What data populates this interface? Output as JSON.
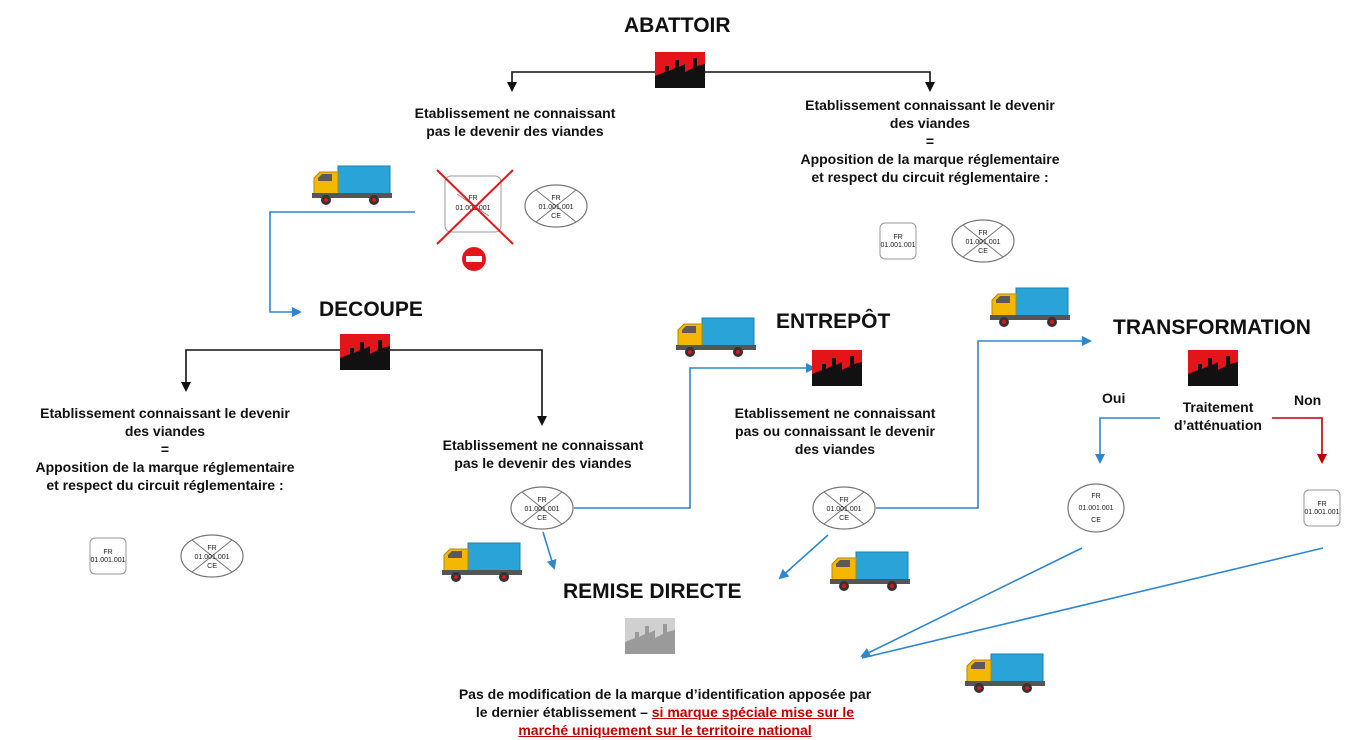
{
  "nodes": {
    "abattoir": "ABATTOIR",
    "decoupe": "DECOUPE",
    "entrepot": "ENTREPÔT",
    "transformation": "TRANSFORMATION",
    "remise_directe": "REMISE DIRECTE"
  },
  "texts": {
    "abattoir_left_1": "Etablissement ne connaissant",
    "abattoir_left_2": "pas le devenir des viandes",
    "abattoir_right_1": "Etablissement connaissant le devenir",
    "abattoir_right_2": "des viandes",
    "abattoir_right_eq": "=",
    "abattoir_right_3": "Apposition de la marque réglementaire",
    "abattoir_right_4": "et respect du circuit réglementaire :",
    "decoupe_left_1": "Etablissement connaissant le devenir",
    "decoupe_left_2": "des viandes",
    "decoupe_left_eq": "=",
    "decoupe_left_3": "Apposition de la marque réglementaire",
    "decoupe_left_4": "et respect du circuit réglementaire :",
    "decoupe_right_1": "Etablissement ne connaissant",
    "decoupe_right_2": "pas le devenir des viandes",
    "entrepot_1": "Etablissement ne connaissant",
    "entrepot_2": "pas ou connaissant le devenir",
    "entrepot_3": "des viandes",
    "oui": "Oui",
    "non": "Non",
    "traitement_1": "Traitement",
    "traitement_2": "d’atténuation",
    "footer_1": "Pas de modification de la marque d’identification apposée par",
    "footer_2": "le dernier établissement – ",
    "footer_2_red": "si marque spéciale mise sur le",
    "footer_3_red": "marché uniquement sur le territoire national"
  },
  "stamps": {
    "line1": "FR",
    "line2": "01.001.001",
    "line3": "CE"
  },
  "colors": {
    "factory_red": "#e4141b",
    "factory_black": "#111111",
    "arrow_black": "#111111",
    "arrow_blue": "#2e86d0",
    "arrow_red": "#c00000",
    "truck_cab": "#f5b800",
    "truck_box": "#29a3d8",
    "no_entry": "#e4141b"
  }
}
